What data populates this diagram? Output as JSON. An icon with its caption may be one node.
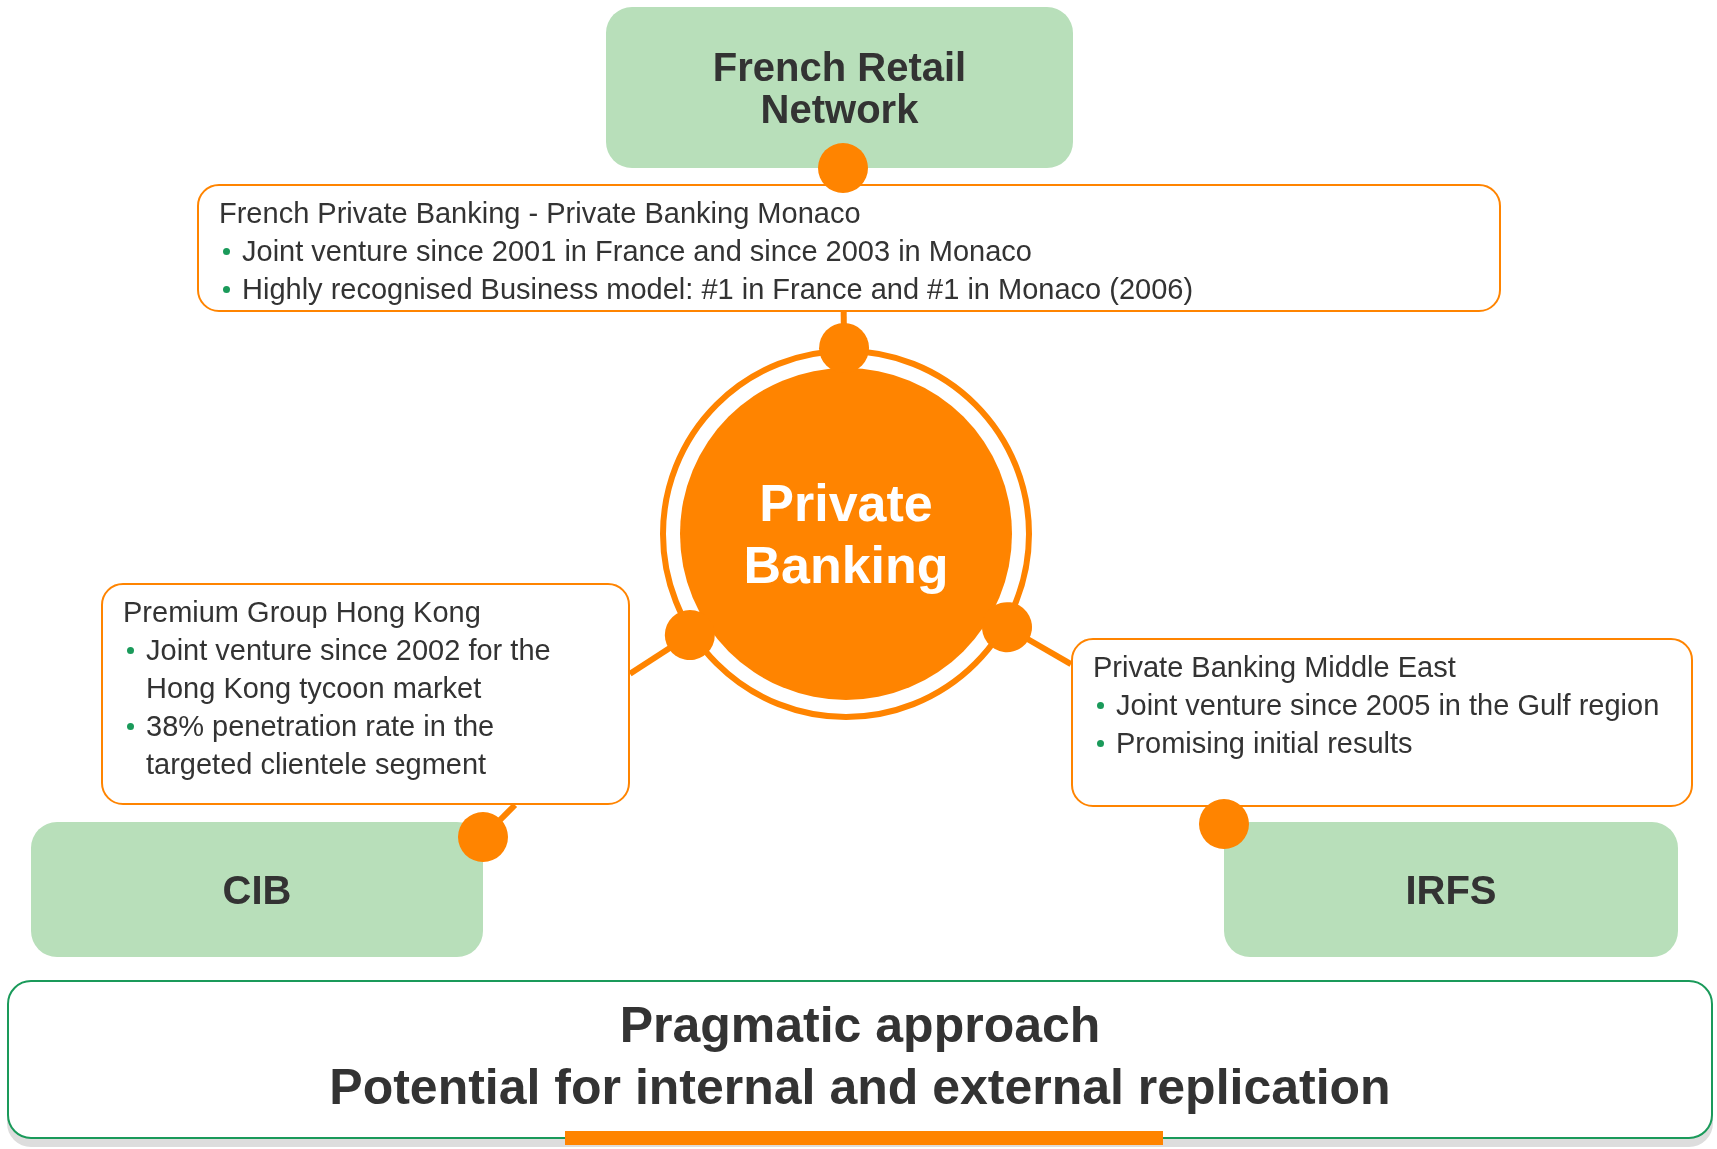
{
  "diagram": {
    "nodes": [
      {
        "text": [
          "French Retail Network"
        ]
      },
      {
        "text": [
          "French Private Banking - Private Banking Monaco",
          "Joint venture since 2001 in France and since 2003 in Monaco",
          "Highly recognised Business model: #1 in France and #1 in Monaco (2006)"
        ]
      },
      {
        "text": [
          "Private Banking"
        ]
      },
      {
        "text": [
          "Premium Group Hong Kong",
          "Joint venture since 2002 for the Hong Kong tycoon market",
          "38% penetration rate in the targeted clientele segment"
        ]
      },
      {
        "text": [
          "Private Banking Middle East",
          "Joint venture since 2005 in the Gulf region",
          "Promising initial results"
        ]
      },
      {
        "text": [
          "CIB"
        ]
      },
      {
        "text": [
          "IRFS"
        ]
      },
      {
        "text": [
          "Pragmatic approach",
          "Potential for internal and external replication"
        ]
      }
    ],
    "edges": [
      {
        "from": 1,
        "to": 0,
        "arrow": "other"
      },
      {
        "from": 1,
        "to": 2,
        "arrow": "other"
      },
      {
        "from": 3,
        "to": 2,
        "arrow": "other"
      },
      {
        "from": 3,
        "to": 5,
        "arrow": "other"
      },
      {
        "from": 4,
        "to": 2,
        "arrow": "other"
      },
      {
        "from": 4,
        "to": 6,
        "arrow": "other"
      }
    ]
  }
}
